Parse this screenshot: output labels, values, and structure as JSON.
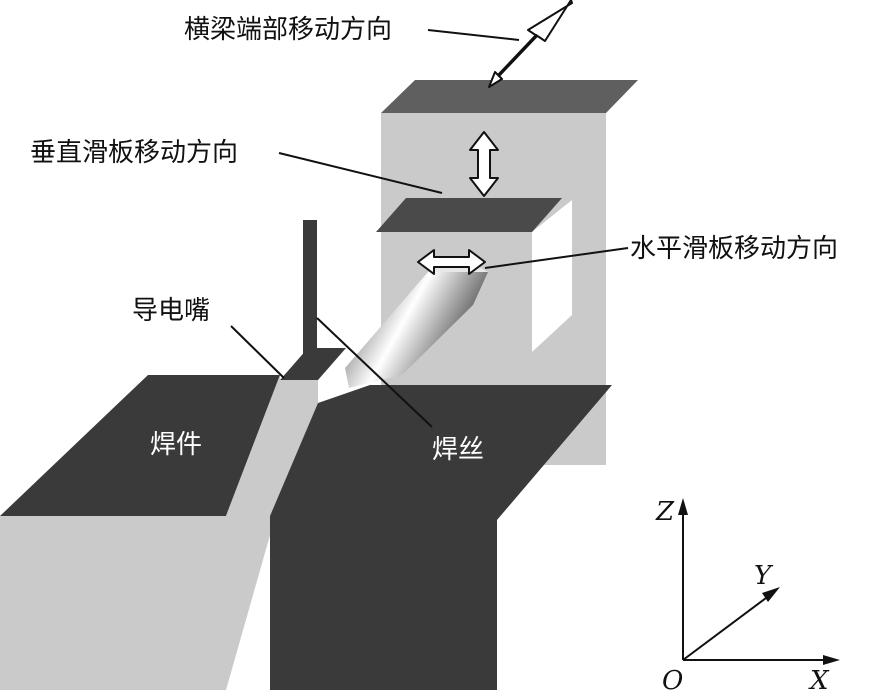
{
  "labels": {
    "beam_end_direction": "横梁端部移动方向",
    "vertical_slide_direction": "垂直滑板移动方向",
    "horizontal_slide_direction": "水平滑板移动方向",
    "contact_tip": "导电嘴",
    "workpiece": "焊件",
    "welding_wire": "焊丝"
  },
  "axes": {
    "z": "Z",
    "y": "Y",
    "x": "X",
    "origin": "O"
  },
  "colors": {
    "dark_gray": "#3a3a3a",
    "mid_gray": "#5f5f5f",
    "light_gray": "#cacaca",
    "line": "#111111",
    "background": "#ffffff"
  }
}
